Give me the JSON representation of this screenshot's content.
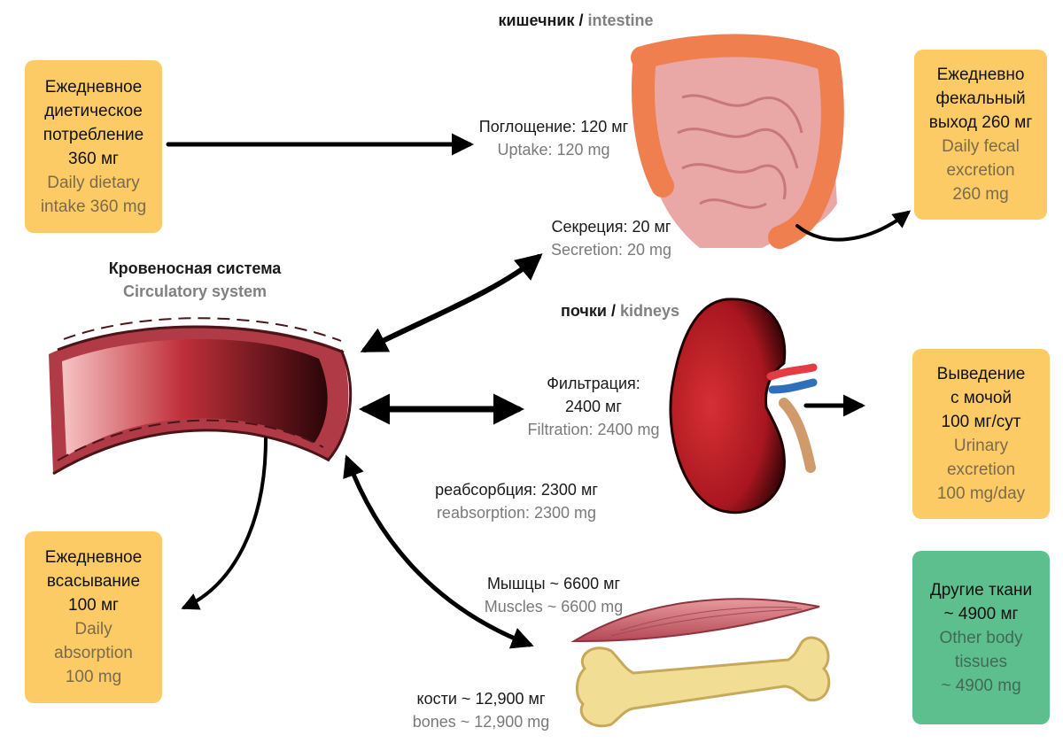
{
  "boxes": {
    "dietary_intake": {
      "ru": [
        "Ежедневное",
        "диетическое",
        "потребление",
        "360 мг"
      ],
      "en": [
        "Daily dietary",
        "intake 360 mg"
      ]
    },
    "fecal_output": {
      "ru": [
        "Ежедневно",
        "фекальный",
        "выход 260 мг"
      ],
      "en": [
        "Daily fecal",
        "excretion",
        "260 mg"
      ]
    },
    "urinary_excretion": {
      "ru": [
        "Выведение",
        "с мочой",
        "100 мг/сут"
      ],
      "en": [
        "Urinary excretion",
        "100 mg/day"
      ]
    },
    "daily_absorption": {
      "ru": [
        "Ежедневное",
        "всасывание",
        "100 мг"
      ],
      "en": [
        "Daily",
        "absorption",
        "100 mg"
      ]
    },
    "other_tissues": {
      "ru": [
        "Другие ткани",
        "~ 4900 мг"
      ],
      "en": [
        "Other body",
        "tissues",
        "~ 4900 mg"
      ]
    }
  },
  "titles": {
    "intestine": {
      "ru": "кишечник",
      "sep": "/",
      "en": "intestine"
    },
    "kidneys": {
      "ru": "почки",
      "sep": "/",
      "en": "kidneys"
    },
    "circulatory": {
      "ru": "Кровеносная система",
      "en": "Circulatory system"
    }
  },
  "flows": {
    "uptake": {
      "ru": "Поглощение: 120 мг",
      "en": "Uptake: 120 mg"
    },
    "secretion": {
      "ru": "Секреция: 20 мг",
      "en": "Secretion: 20 mg"
    },
    "filtration": {
      "ru": [
        "Фильтрация:",
        "2400 мг"
      ],
      "en": "Filtration: 2400 mg"
    },
    "reabsorption": {
      "ru": "реабсорбция: 2300 мг",
      "en": "reabsorption: 2300 mg"
    },
    "muscles": {
      "ru": "Мышцы ~ 6600 мг",
      "en": "Muscles ~ 6600 mg"
    },
    "bones": {
      "ru": "кости ~ 12,900 мг",
      "en": "bones ~ 12,900 mg"
    }
  },
  "colors": {
    "box_orange": "#fccb66",
    "box_green": "#5ebf8e",
    "vessel": "#a52a36",
    "kidney": "#b0202a",
    "intestine": "#f08a5e",
    "muscle": "#c8606a",
    "bone": "#f1dd93"
  },
  "icons": [
    "blood-vessel-icon",
    "intestine-icon",
    "kidney-icon",
    "muscle-icon",
    "bone-icon"
  ]
}
